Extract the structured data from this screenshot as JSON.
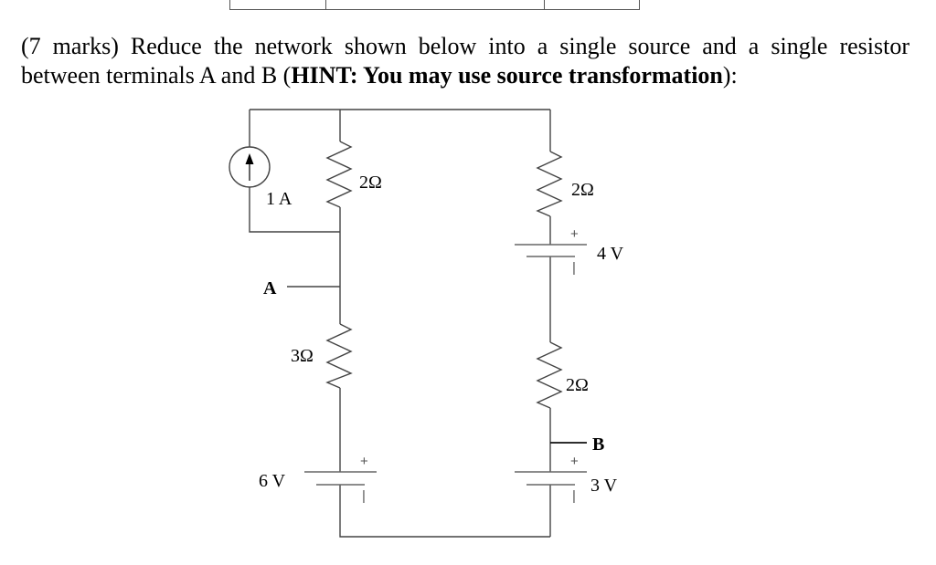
{
  "top_table": {
    "columns": 3
  },
  "question": {
    "marks": "(7 marks)",
    "text_line1": "(7 marks) Reduce the network shown below into a single source and a single resistor",
    "text_line2_prefix": "between terminals A and B (",
    "hint": "HINT: You may use source transformation",
    "text_line2_suffix": "):"
  },
  "circuit": {
    "current_source": {
      "label": "1 A",
      "direction": "up"
    },
    "resistors": [
      {
        "id": "r-top-middle",
        "label": "2Ω"
      },
      {
        "id": "r-top-right",
        "label": "2Ω"
      },
      {
        "id": "r-3ohm",
        "label": "3Ω"
      },
      {
        "id": "r-bottom-right",
        "label": "2Ω"
      }
    ],
    "sources": [
      {
        "id": "v-4",
        "label": "4 V",
        "plus": "+",
        "minus": "|"
      },
      {
        "id": "v-6",
        "label": "6 V",
        "plus": "+",
        "minus": "|"
      },
      {
        "id": "v-3",
        "label": "3 V",
        "plus": "+",
        "minus": "|"
      }
    ],
    "terminals": [
      {
        "id": "A",
        "label": "A"
      },
      {
        "id": "B",
        "label": "B"
      }
    ]
  }
}
